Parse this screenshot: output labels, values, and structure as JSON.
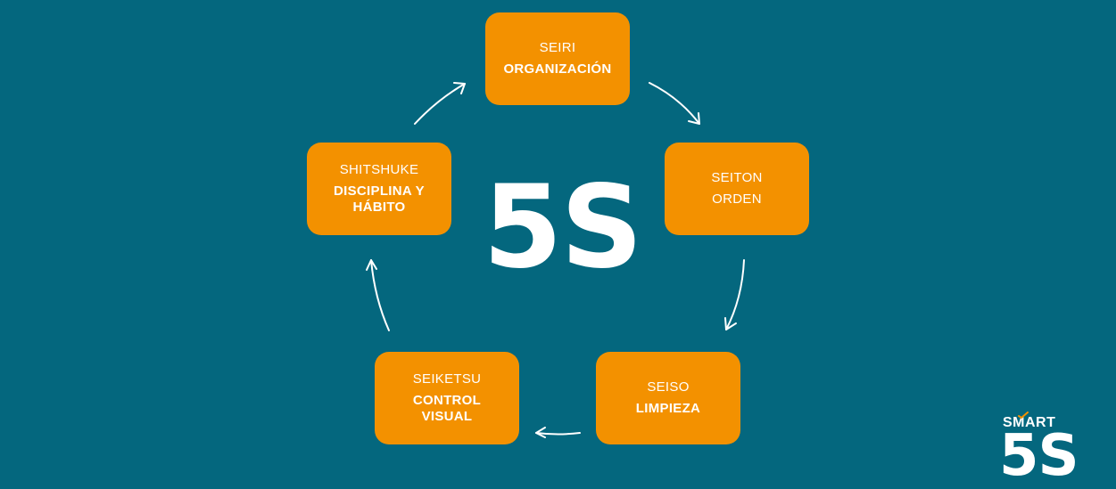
{
  "diagram": {
    "title": "5S",
    "colors": {
      "background": "#04677e",
      "box": "#f39100",
      "text": "#ffffff",
      "logo_accent": "#f39100"
    },
    "steps": [
      {
        "japanese": "SEIRI",
        "spanish": "ORGANIZACIÓN"
      },
      {
        "japanese": "SEITON",
        "spanish": "ORDEN"
      },
      {
        "japanese": "SEISO",
        "spanish": "LIMPIEZA"
      },
      {
        "japanese": "SEIKETSU",
        "spanish": "CONTROL VISUAL"
      },
      {
        "japanese": "SHITSHUKE",
        "spanish": "DISCIPLINA Y HÁBITO"
      }
    ],
    "flow": "clockwise cycle: SEIRI → SEITON → SEISO → SEIKETSU → SHITSHUKE → SEIRI"
  },
  "logo": {
    "line1": "SMART",
    "line2": "5S"
  }
}
